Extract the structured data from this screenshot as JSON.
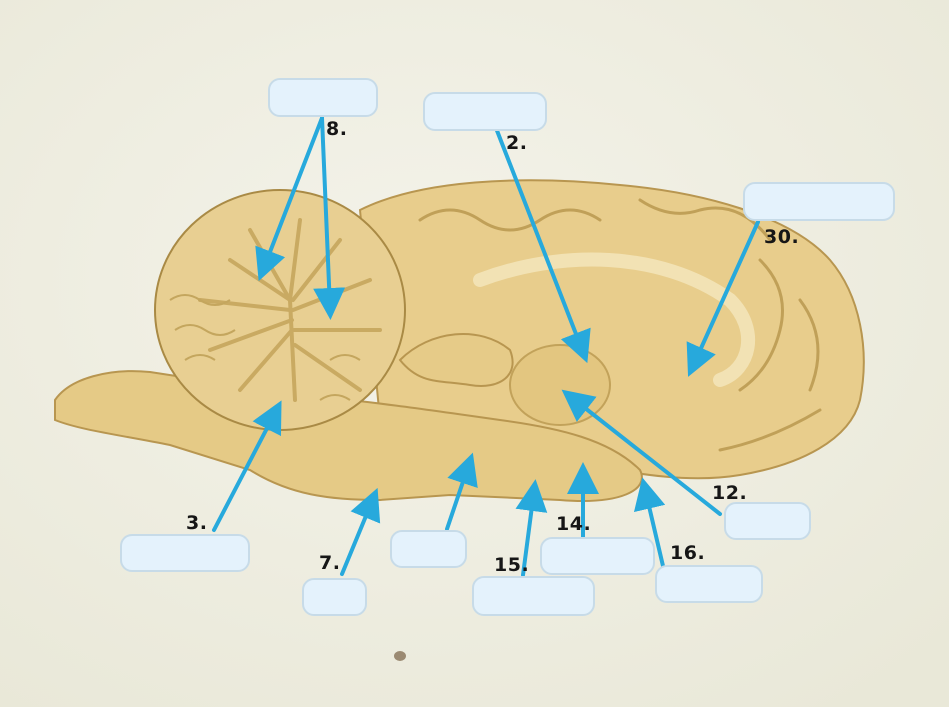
{
  "colors": {
    "background": "#f2f0e4",
    "tissue": "#e6cc8a",
    "tissue_shadow": "#cfae63",
    "arrow": "#27a9dc",
    "label_box_fill": "#e4f2fc"
  },
  "labels": [
    {
      "id": "8",
      "text": "8."
    },
    {
      "id": "2",
      "text": "2."
    },
    {
      "id": "30",
      "text": "30."
    },
    {
      "id": "3",
      "text": "3."
    },
    {
      "id": "7",
      "text": "7."
    },
    {
      "id": "12",
      "text": "12."
    },
    {
      "id": "14",
      "text": "14."
    },
    {
      "id": "15",
      "text": "15."
    },
    {
      "id": "16",
      "text": "16."
    }
  ]
}
